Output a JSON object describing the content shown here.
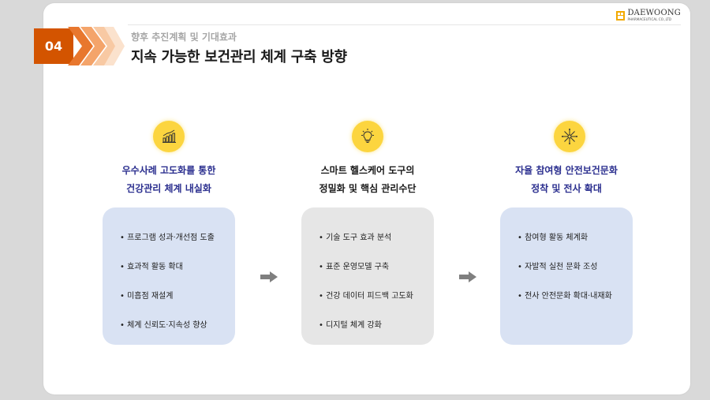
{
  "logo": {
    "name": "DAEWOONG",
    "sub": "PHARMACEUTICAL CO.,LTD"
  },
  "section": {
    "number": "04",
    "subtitle": "향후 추진계획 및 기대효과",
    "title": "지속 가능한 보건관리 체계 구축 방향"
  },
  "colors": {
    "accent_orange": "#d35400",
    "icon_yellow": "#fcd53f",
    "blue_head": "#2b2f8f",
    "box_blue": "#d9e2f3",
    "box_gray": "#e6e6e6"
  },
  "columns": [
    {
      "icon": "bar-chart-icon",
      "head_lines": [
        "우수사례 고도화를 통한",
        "건강관리 체계 내실화"
      ],
      "items": [
        "• 프로그램 성과·개선점 도출",
        "• 효과적 활동 확대",
        "• 미흡점 재설계",
        "• 체계 신뢰도·지속성 향상"
      ]
    },
    {
      "icon": "lightbulb-icon",
      "head_lines": [
        "스마트 헬스케어 도구의",
        "정밀화 및 핵심 관리수단"
      ],
      "items": [
        "• 기술 도구 효과 분석",
        "• 표준 운영모델 구축",
        "• 건강 데이터 피드백 고도화",
        "• 디지털 체계 강화"
      ]
    },
    {
      "icon": "network-icon",
      "head_lines": [
        "자율 참여형 안전보건문화",
        "정착 및 전사 확대"
      ],
      "items": [
        "• 참여형 활동 체계화",
        "• 자발적 실천 문화 조성",
        "• 전사 안전문화 확대·내재화"
      ]
    }
  ]
}
